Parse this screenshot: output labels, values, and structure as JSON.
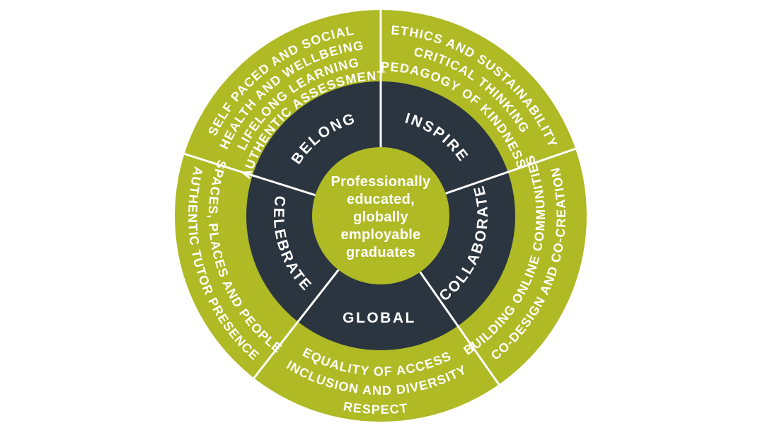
{
  "diagram": {
    "description": "Circular graduate framework diagram",
    "colors": {
      "outer_ring": "#afba25",
      "inner_ring": "#2b3540",
      "center_circle": "#afba25",
      "divider": "#ffffff",
      "text": "#ffffff",
      "background": "#ffffff"
    },
    "center": {
      "lines": [
        "Professionally",
        "educated,",
        "globally",
        "employable",
        "graduates"
      ]
    },
    "inner_ring": {
      "segments": [
        {
          "label": "BELONG"
        },
        {
          "label": "INSPIRE"
        },
        {
          "label": "COLLABORATE"
        },
        {
          "label": "GLOBAL"
        },
        {
          "label": "CELEBRATE"
        }
      ]
    },
    "outer_ring": {
      "segments": [
        {
          "position": "top-left",
          "lines": [
            "SELF PACED AND SOCIAL",
            "HEALTH AND WELLBEING",
            "LIFELONG LEARNING",
            "AUTHENTIC ASSESSMENT"
          ]
        },
        {
          "position": "top-right",
          "lines": [
            "ETHICS AND SUSTAINABILITY",
            "CRITICAL THINKING",
            "PEDAGOGY OF KINDNESS"
          ]
        },
        {
          "position": "right",
          "lines": [
            "BUILDING ONLINE COMMUNITIES",
            "CO-DESIGN AND CO-CREATION"
          ]
        },
        {
          "position": "bottom",
          "lines": [
            "EQUALITY OF ACCESS",
            "INCLUSION AND DIVERSITY",
            "RESPECT"
          ]
        },
        {
          "position": "left",
          "lines": [
            "SPACES, PLACES AND PEOPLE",
            "AUTHENTIC TUTOR PRESENCE"
          ]
        }
      ]
    }
  }
}
